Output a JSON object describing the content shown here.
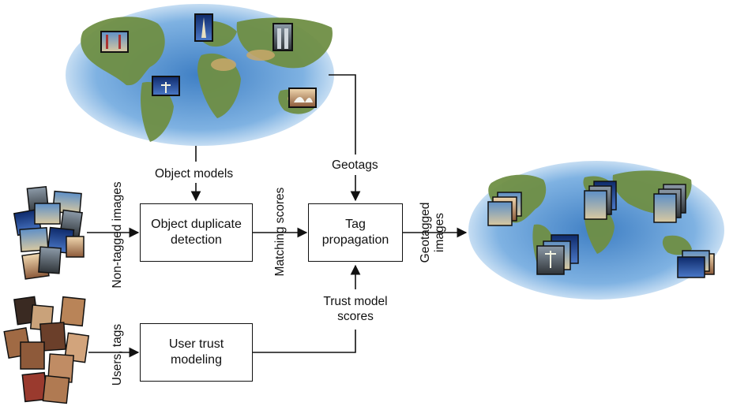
{
  "labels": {
    "object_models": "Object models",
    "geotags": "Geotags",
    "matching_scores": "Matching scores",
    "non_tagged_images": "Non-tagged images",
    "users_tags": "Users, tags",
    "trust_model_scores_1": "Trust model",
    "trust_model_scores_2": "scores",
    "geotagged_images_1": "Geotagged",
    "geotagged_images_2": "images"
  },
  "boxes": {
    "duplicate_detection_1": "Object duplicate",
    "duplicate_detection_2": "detection",
    "tag_propagation_1": "Tag",
    "tag_propagation_2": "propagation",
    "user_trust_1": "User trust",
    "user_trust_2": "modeling"
  },
  "colors": {
    "ocean": "#5b9ad6",
    "ocean_light": "#d8e9f7",
    "land": "#6f8f45",
    "desert": "#c9a86a",
    "line": "#111111"
  }
}
